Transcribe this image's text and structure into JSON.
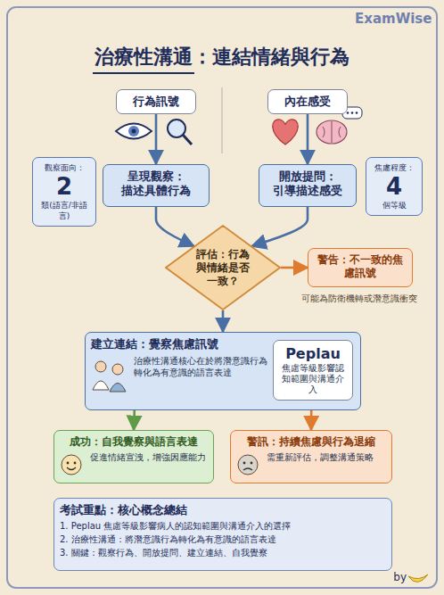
{
  "diagram": {
    "title": "治療性溝通：連結情緒與行為",
    "nodes": [
      {
        "text": [
          "行為訊號"
        ]
      },
      {
        "text": [
          "內在感受"
        ]
      },
      {
        "text": [
          "觀察面向：",
          "2",
          "類(語言/非語言)"
        ]
      },
      {
        "text": [
          "呈現觀察：",
          "描述具體行為"
        ]
      },
      {
        "text": [
          "開放提問：",
          "引導描述感受"
        ]
      },
      {
        "text": [
          "焦慮程度：",
          "4",
          "個等級"
        ]
      },
      {
        "text": [
          "評估：行為與情緒是否一致？"
        ]
      },
      {
        "text": [
          "警告：不一致的焦慮訊號"
        ]
      },
      {
        "text": [
          "建立連結：覺察焦慮訊號",
          "治療性溝通核心在於將潛意識行為轉化為有意識的語言表達"
        ]
      },
      {
        "text": [
          "Peplau",
          "焦慮等級影響認知範圍與溝通介入"
        ],
        "in": 8
      },
      {
        "text": [
          "成功：自我覺察與語言表達",
          "促進情緒宣洩，增強因應能力"
        ]
      },
      {
        "text": [
          "警訊：持續焦慮與行為退縮",
          "需重新評估，調整溝通策略"
        ]
      },
      {
        "text": [
          "考試重點：核心概念總結",
          "1. Peplau 焦慮等級影響病人的認知範圍與溝通介入的選擇",
          "2. 治療性溝通：將潛意識行為轉化為有意識的語言表達",
          "3. 關鍵：觀察行為、開放提問、建立連結、自我覺察"
        ]
      }
    ],
    "edges": [
      {
        "from": 0,
        "to": 3,
        "arrow": "to"
      },
      {
        "from": 1,
        "to": 4,
        "arrow": "to"
      },
      {
        "from": 3,
        "to": 6,
        "arrow": "to"
      },
      {
        "from": 4,
        "to": 6,
        "arrow": "to"
      },
      {
        "from": 6,
        "to": 7,
        "arrow": "to"
      },
      {
        "from": 6,
        "to": 8,
        "arrow": "to"
      },
      {
        "from": 8,
        "to": 10,
        "arrow": "to"
      },
      {
        "from": 8,
        "to": 11,
        "arrow": "to"
      }
    ],
    "labels": [
      "ExamWise",
      "可能為防衛機轉或潛意識衝突",
      "by"
    ]
  }
}
